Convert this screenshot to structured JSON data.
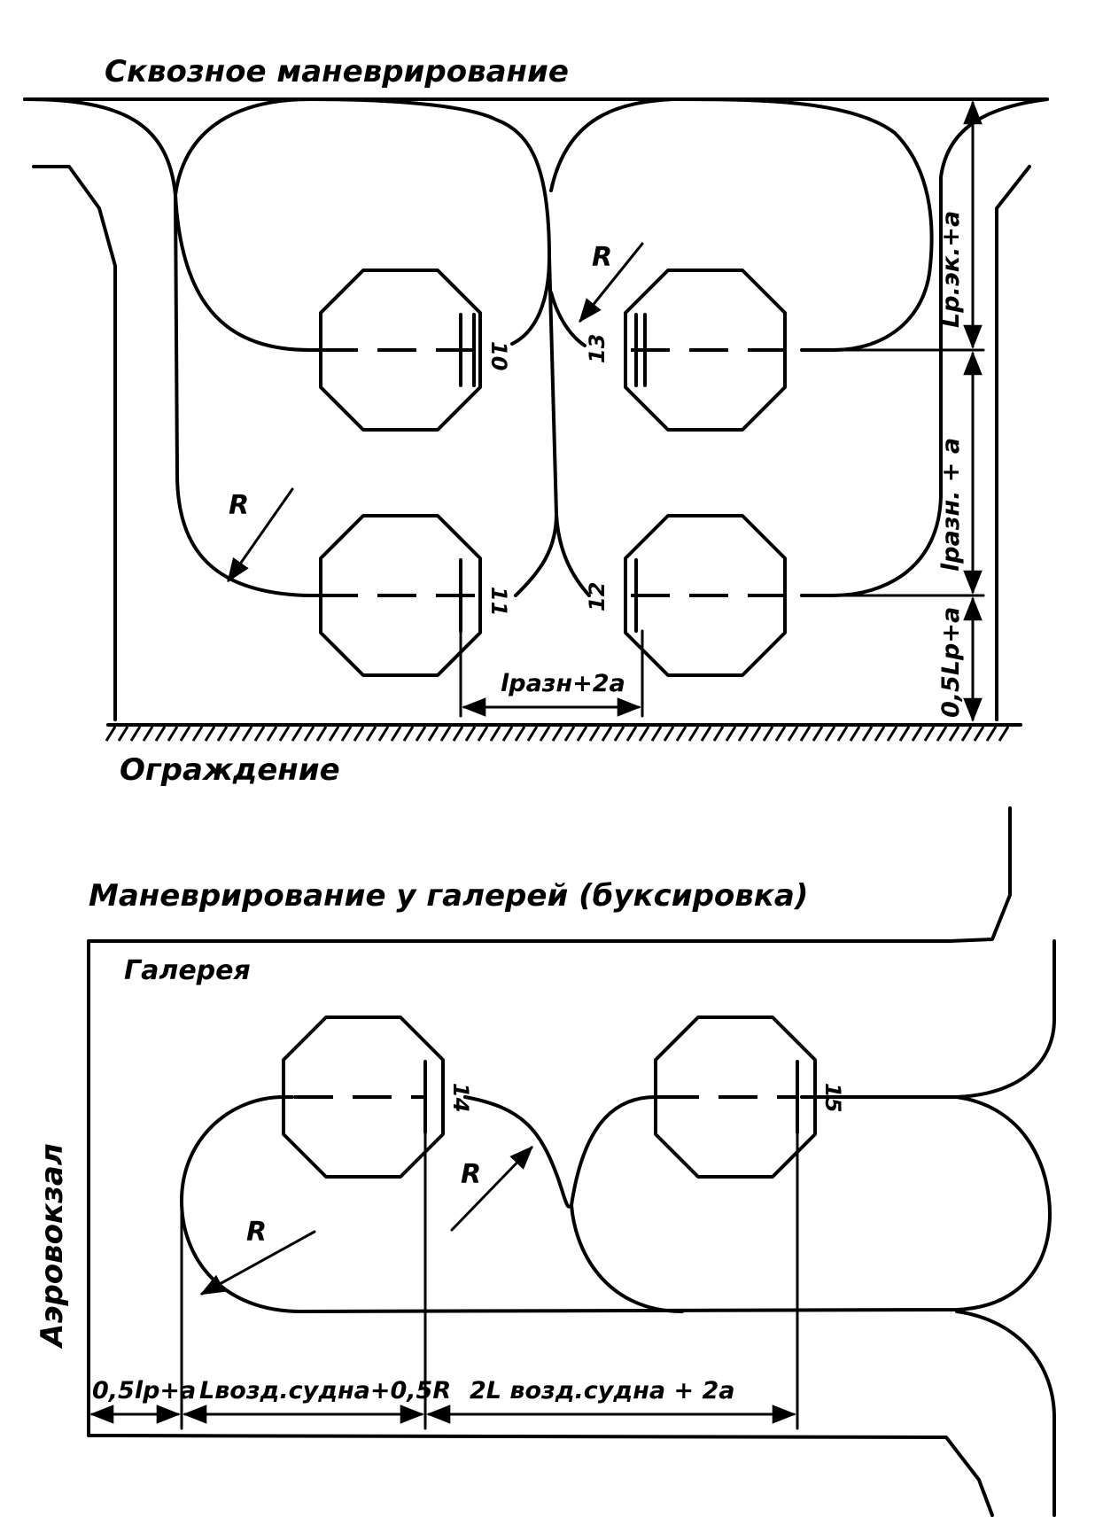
{
  "top": {
    "title": "Сквозное маневрирование",
    "fence_label": "Ограждение",
    "stand_numbers": [
      "10",
      "13",
      "11",
      "12"
    ],
    "radius_label": "R",
    "dim_bottom": "lразн+2а",
    "dim_right_1": "Lр.эк.+а",
    "dim_right_2": "lразн. + а",
    "dim_right_3": "0,5Lр+а"
  },
  "bottom": {
    "title": "Маневрирование у галерей (буксировка)",
    "gallery_label": "Галерея",
    "terminal_label": "Аэровокзал",
    "stand_numbers": [
      "14",
      "15"
    ],
    "radius_label": "R",
    "dim_1": "0,5lр+а",
    "dim_2": "Lвозд.судна+0,5R",
    "dim_3": "2L возд.судна + 2а"
  }
}
